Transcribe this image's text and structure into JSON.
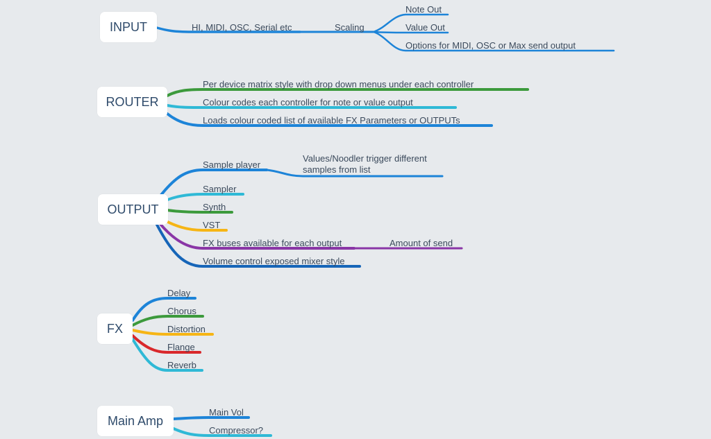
{
  "colors": {
    "blue": "#1d84d8",
    "cyan": "#2fb9d6",
    "green": "#3c9a3c",
    "yellow": "#f6b515",
    "purple": "#8a36a6",
    "darkblue": "#1665b8",
    "red": "#d9282b",
    "background": "#e7eaed"
  },
  "nodes": {
    "input": "INPUT",
    "router": "ROUTER",
    "output": "OUTPUT",
    "fx": "FX",
    "main_amp": "Main Amp"
  },
  "input": {
    "protocols": "HI, MIDI, OSC, Serial etc",
    "scaling": "Scaling",
    "note_out": "Note Out",
    "value_out": "Value Out",
    "options": "Options for MIDI, OSC or Max send output"
  },
  "router": {
    "matrix": "Per device matrix style with drop down menus under each controller",
    "colour_codes": "Colour codes each controller for note or value output",
    "loads_list": "Loads colour coded list of available FX Parameters or OUTPUTs"
  },
  "output": {
    "sample_player": "Sample player",
    "sample_player_detail": "Values/Noodler trigger different samples from list",
    "sampler": "Sampler",
    "synth": "Synth",
    "vst": "VST",
    "fx_buses": "FX buses available for each output",
    "amount_of_send": "Amount of send",
    "volume": "Volume control exposed mixer style"
  },
  "fx": {
    "delay": "Delay",
    "chorus": "Chorus",
    "distortion": "Distortion",
    "flange": "Flange",
    "reverb": "Reverb"
  },
  "main_amp": {
    "main_vol": "Main Vol",
    "compressor": "Compressor?"
  }
}
